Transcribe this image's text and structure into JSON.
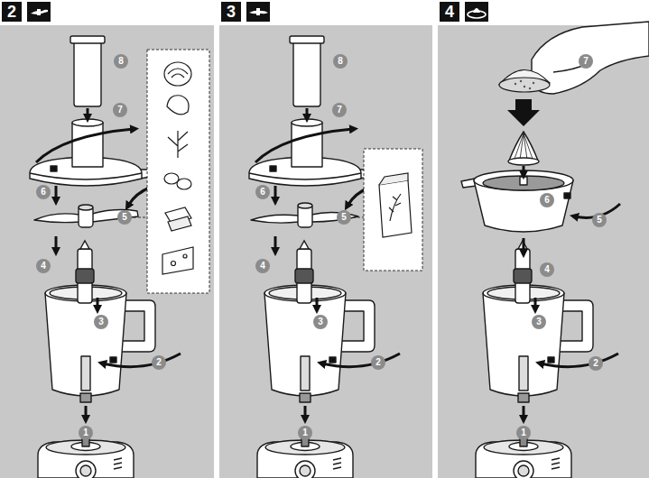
{
  "diagram": {
    "nodes": [
      {
        "text": [
          "2"
        ]
      },
      {
        "text": [
          "3"
        ]
      },
      {
        "text": [
          "4"
        ]
      }
    ],
    "labels": [
      "8",
      "7",
      "6",
      "5",
      "4",
      "3",
      "2",
      "1",
      "8",
      "7",
      "6",
      "5",
      "4",
      "3",
      "2",
      "1",
      "7",
      "6",
      "5",
      "4",
      "3",
      "2",
      "1"
    ]
  }
}
